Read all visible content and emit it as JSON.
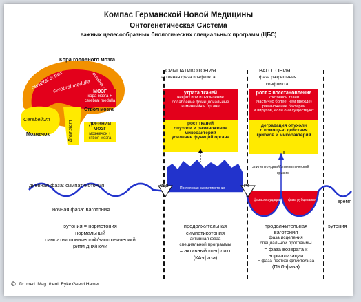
{
  "header": {
    "line1": "Компас Германской Новой Медицины",
    "line2": "Онтогенетическая Система",
    "line3": "важных целесообразных биологических специальных программ (ЦБС)"
  },
  "brain": {
    "cortex_label": "Кора головного мозга",
    "cortex": "cerebral cortex",
    "medulla": "cerebral medulla",
    "cerebellum": "Cerebellum",
    "cerebellum_ru": "Мозжечок",
    "brainstem": "Brainstem",
    "stem_label": "Ствол мозга"
  },
  "row_labels": {
    "brain_title": "МОЗГ",
    "brain_sub": "кора мозга + cerebral medulla",
    "old_brain_title": "ДРЕВНИЙ МОЗГ",
    "old_brain_sub": "мозжечок + ствол мозга"
  },
  "columns": {
    "sympathicotonia": {
      "title": "СИМПАТИКОТОНИЯ",
      "sub": "активная фаза конфликта"
    },
    "vagotonia": {
      "title": "ВАГОТОНИЯ",
      "sub1": "фаза разрешения",
      "sub2": "конфликта"
    }
  },
  "cells": {
    "sym_red": [
      "утрата тканей",
      "некроз или изъязвление",
      "ослабление функциональные",
      "изменения в органе"
    ],
    "sym_yellow": [
      "рост тканей",
      "опухоли и размножение",
      "микобактерий",
      "усиление функций органа"
    ],
    "vag_red": [
      "рост = восстановление",
      "клеточной ткани",
      "(частично более, чем прежде)",
      "размножение бактерий",
      "и вирусов, если они существуют"
    ],
    "vag_yellow": [
      "деградация опухоли",
      "с помощью действия",
      "грибков и микобактерий"
    ]
  },
  "curve": {
    "crisis": "эпилептоидный/эпилептический",
    "crisis2": "кризис",
    "day_phase": "дневная фаза: симпатикотония",
    "night_phase": "ночная фаза: ваготония",
    "dh": "СДХ",
    "rk": "РК",
    "constant": "Постоянная симпатикотония",
    "edema_left": "фаза экссудации",
    "edema_right": "фаза рубцевания",
    "time": "время"
  },
  "bottom": {
    "col1": [
      "эутония = нормотония",
      "нормальный",
      "симпатикотонический/ваготонический",
      "ритм дня/ночи"
    ],
    "col2": [
      "продолжительная",
      "симпатикотония",
      "активная фаза",
      "специальной программы",
      "= активный конфликт",
      "(КА-фаза)"
    ],
    "col3": [
      "продолжительная",
      "ваготония",
      "фаза исцеления",
      "специальной программы",
      "= фаза возврата к",
      "нормализации",
      "= фаза постконфликтолиза",
      "(ПКЛ-фаза)"
    ],
    "col4": [
      "эутония"
    ]
  },
  "copyright": {
    "symbol": "©",
    "text": "Dr. med. Mag. theol. Ryke Geerd Hamer"
  },
  "colors": {
    "red": "#e3001b",
    "yellow": "#ffea00",
    "blue": "#2233cc",
    "orange": "#f29100",
    "grey_red": "#c8102e"
  }
}
